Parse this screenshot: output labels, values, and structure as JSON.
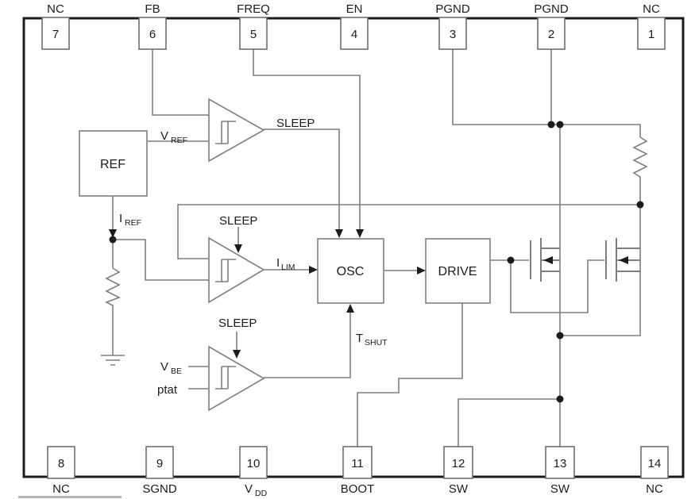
{
  "ic": {
    "top_pins": [
      {
        "num": "7",
        "label": "NC"
      },
      {
        "num": "6",
        "label": "FB"
      },
      {
        "num": "5",
        "label": "FREQ"
      },
      {
        "num": "4",
        "label": "EN"
      },
      {
        "num": "3",
        "label": "PGND"
      },
      {
        "num": "2",
        "label": "PGND"
      },
      {
        "num": "1",
        "label": "NC"
      }
    ],
    "bottom_pins": [
      {
        "num": "8",
        "base": "NC",
        "sub": ""
      },
      {
        "num": "9",
        "base": "SGND",
        "sub": ""
      },
      {
        "num": "10",
        "base": "V",
        "sub": "DD"
      },
      {
        "num": "11",
        "base": "BOOT",
        "sub": ""
      },
      {
        "num": "12",
        "base": "SW",
        "sub": ""
      },
      {
        "num": "13",
        "base": "SW",
        "sub": ""
      },
      {
        "num": "14",
        "base": "NC",
        "sub": ""
      }
    ],
    "blocks": {
      "ref": "REF",
      "osc": "OSC",
      "drive": "DRIVE"
    },
    "signals": {
      "sleep_out": "SLEEP",
      "sleep_ilim": "SLEEP",
      "sleep_tsd": "SLEEP",
      "vref": {
        "base": "V",
        "sub": "REF"
      },
      "iref": {
        "base": "I",
        "sub": "REF"
      },
      "ilim": {
        "base": "I",
        "sub": "LIM"
      },
      "tshut": {
        "base": "T",
        "sub": "SHUT"
      },
      "vbe": {
        "base": "V",
        "sub": "BE"
      },
      "ptat": "ptat"
    },
    "colors": {
      "wire": "#7f7f7f",
      "ink": "#1c1c1c",
      "border": "#1c1c1c"
    }
  }
}
